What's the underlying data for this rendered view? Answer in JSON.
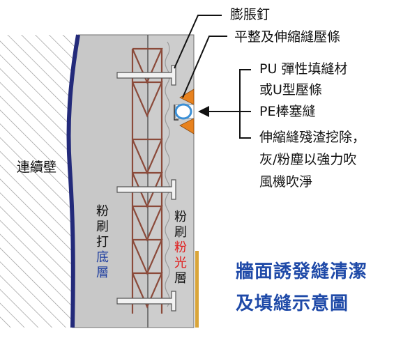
{
  "labels": {
    "nail": "膨脹釘",
    "flat_strip": "平整及伸縮縫壓條",
    "pu_line1": "PU 彈性填縫材",
    "pu_line2": "或U型壓條",
    "pe_rod": "PE棒塞縫",
    "clean_line1": "伸縮縫殘渣挖除，",
    "clean_line2": "灰/粉塵以強力吹",
    "clean_line3": "風機吹淨",
    "wall": "連續壁"
  },
  "vertical_labels": {
    "base_coat_black": "粉刷打",
    "base_coat_blue": "底層",
    "finish_coat_black1": "粉刷",
    "finish_coat_red": "粉光",
    "finish_coat_black2": "層"
  },
  "title": {
    "line1": "牆面誘發縫清潔",
    "line2": "及填縫示意圖"
  },
  "colors": {
    "title": "#1f4aa8",
    "wall_edge": "#232a7a",
    "lath": "#8b4a3a",
    "sealant": "#e8821e",
    "pe_rod": "#3a8fd6",
    "plaster": "#c9c9c9",
    "finish_red": "#e02020",
    "base_blue": "#1f3fa0"
  }
}
